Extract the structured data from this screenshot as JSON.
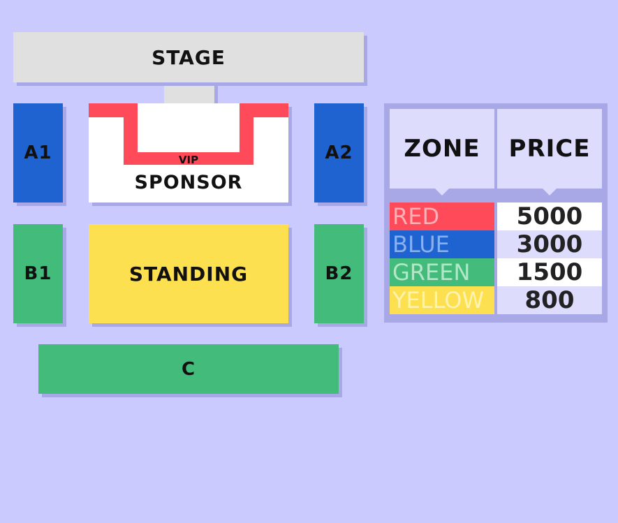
{
  "stage": {
    "label": "STAGE"
  },
  "sections": {
    "a1": "A1",
    "a2": "A2",
    "b1": "B1",
    "b2": "B2",
    "standing": "STANDING",
    "c": "C",
    "vip": "VIP",
    "sponsor": "SPONSOR"
  },
  "legend": {
    "zone_header": "ZONE",
    "price_header": "PRICE",
    "rows": [
      {
        "zone": "RED",
        "price": "5000",
        "color": "#ff4a59",
        "text_color": "#ffb0b6",
        "price_bg": "#ffffff"
      },
      {
        "zone": "BLUE",
        "price": "3000",
        "color": "#1e63cf",
        "text_color": "#8ab0ee",
        "price_bg": "#dddcfd"
      },
      {
        "zone": "GREEN",
        "price": "1500",
        "color": "#43bb7a",
        "text_color": "#b4e6c9",
        "price_bg": "#ffffff"
      },
      {
        "zone": "YELLOW",
        "price": "800",
        "color": "#fde04f",
        "text_color": "#fff3b0",
        "price_bg": "#dddcfd"
      }
    ]
  }
}
